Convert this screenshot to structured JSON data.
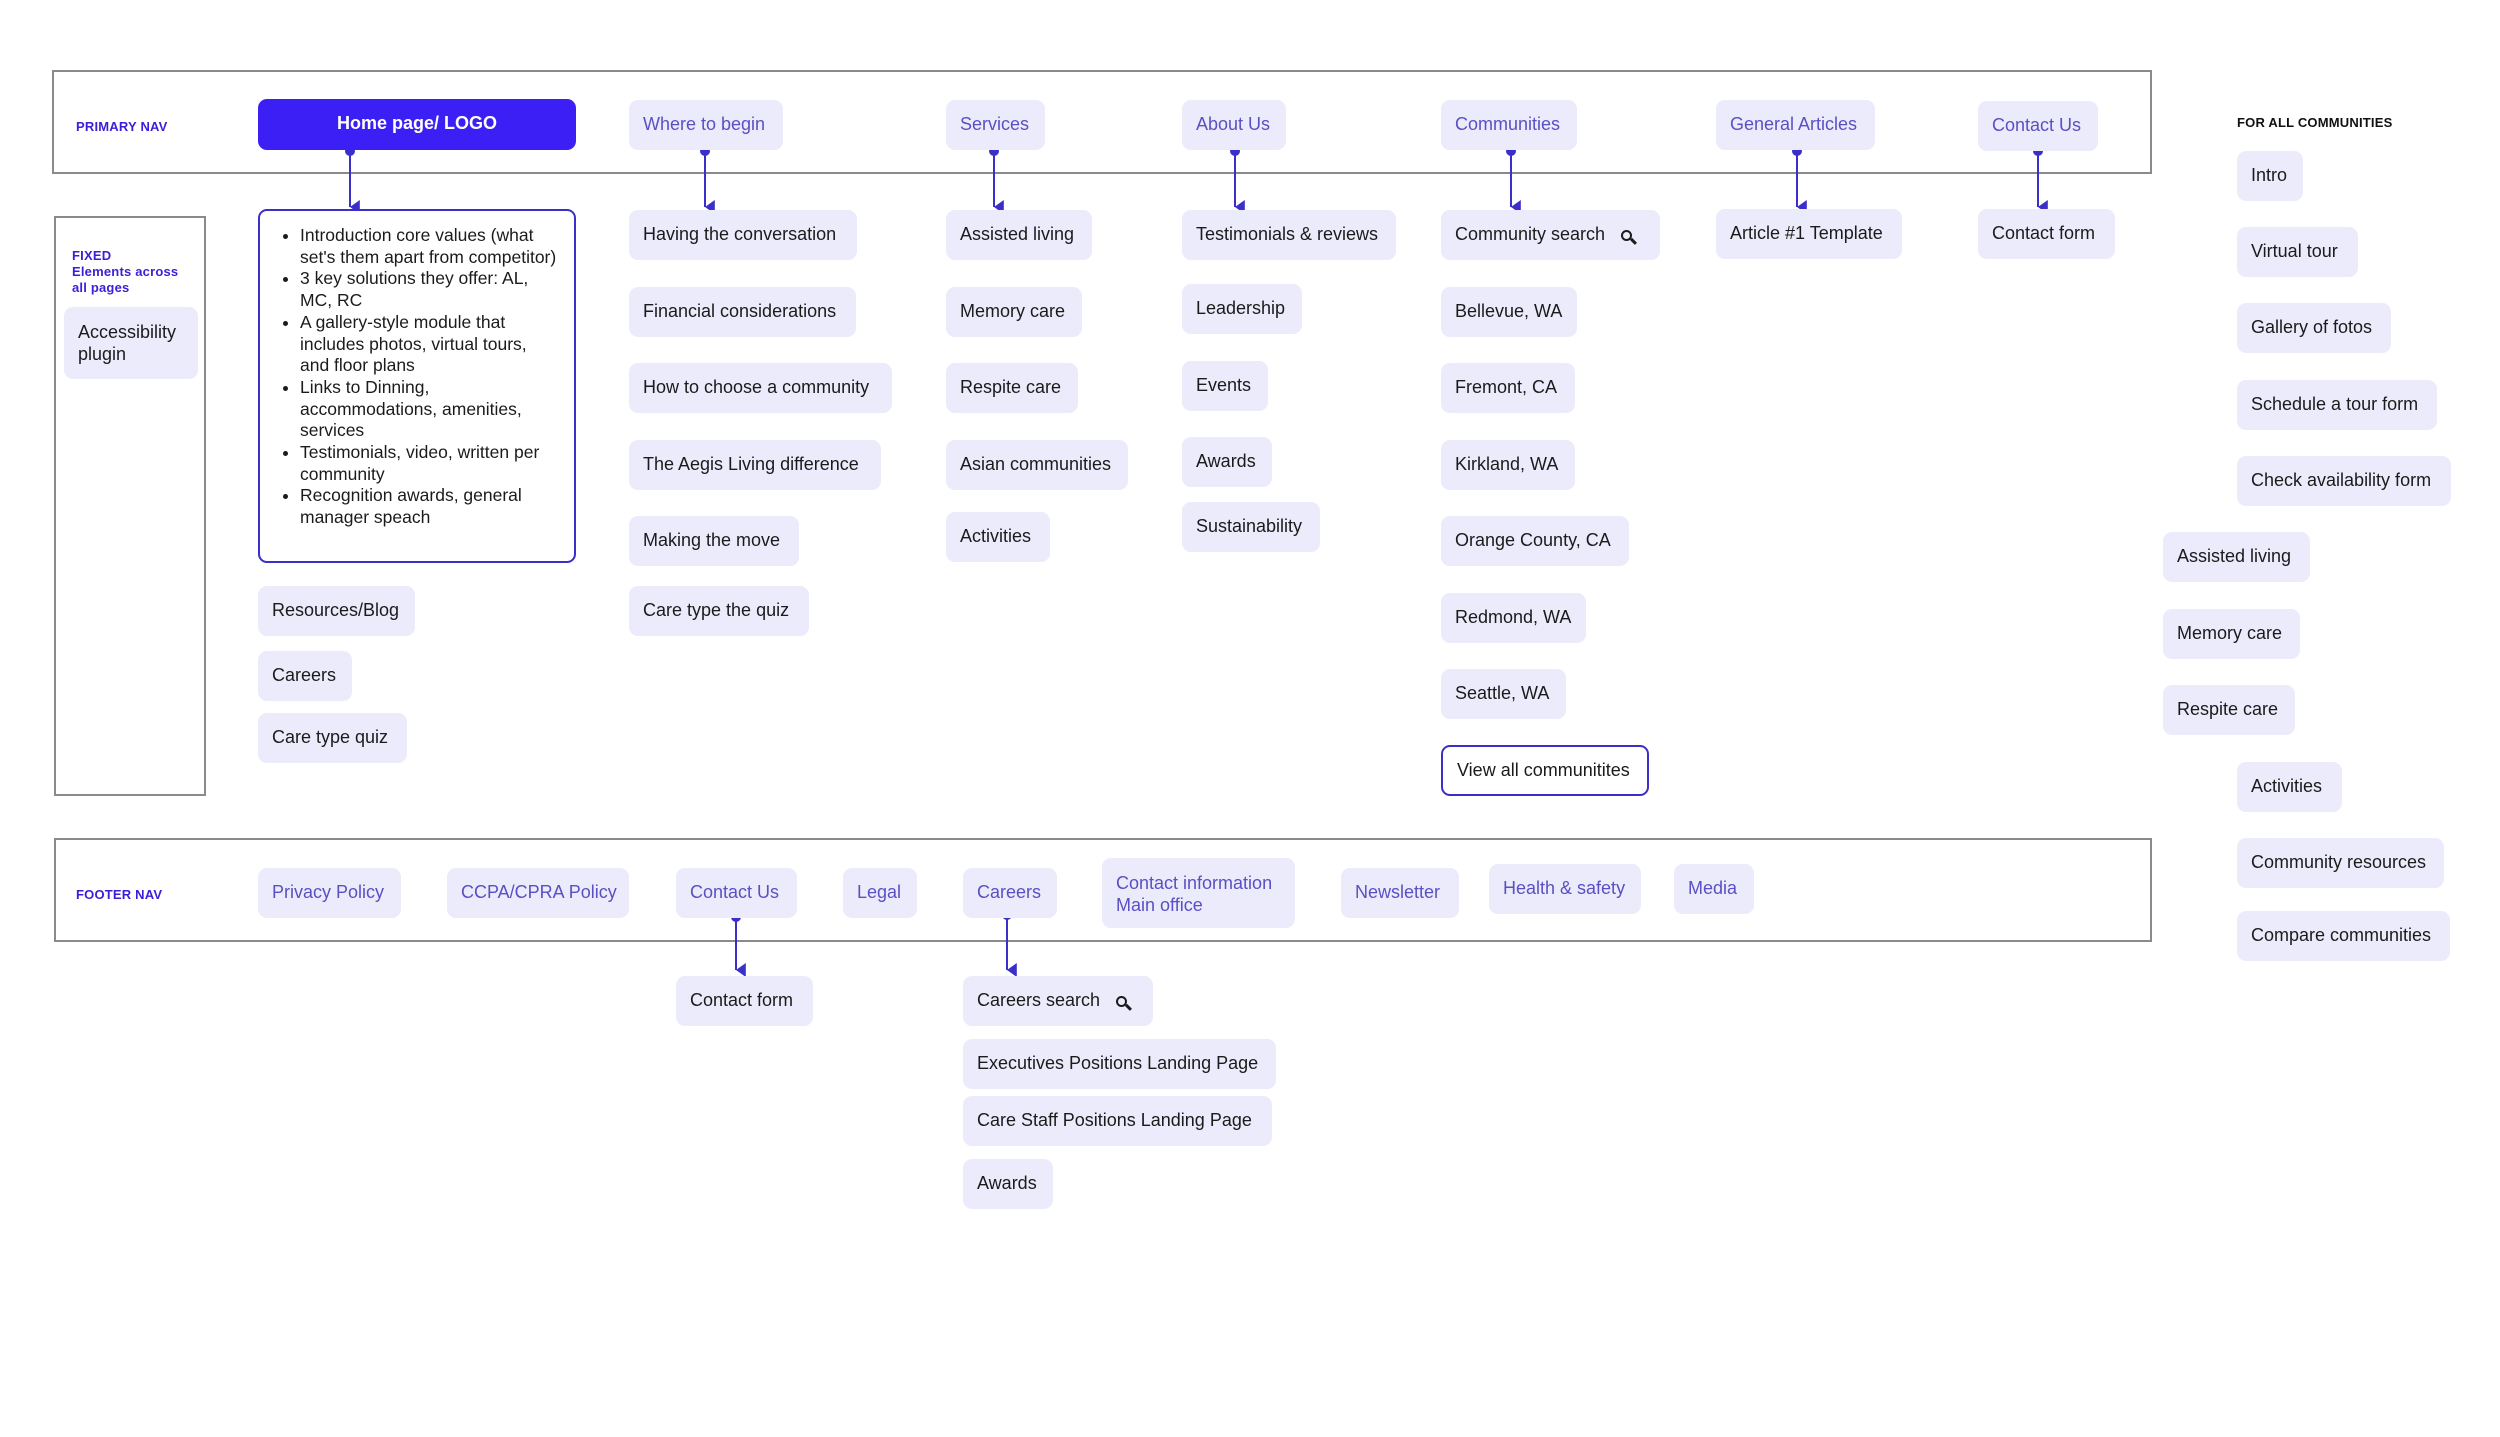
{
  "primary_nav": {
    "label": "PRIMARY NAV",
    "home": "Home page/ LOGO",
    "items": [
      "Where to begin",
      "Services",
      "About Us",
      "Communities",
      "General Articles",
      "Contact Us"
    ]
  },
  "fixed": {
    "label_line1": "FIXED",
    "label_line2": "Elements across",
    "label_line3": "all pages",
    "accessibility": "Accessibility plugin"
  },
  "home": {
    "bullets": [
      "Introduction core values (what set's them apart from competitor)",
      "3 key solutions they offer: AL, MC, RC",
      "A gallery-style module that includes photos, virtual tours, and floor plans",
      "Links to Dinning, accommodations, amenities, services",
      "Testimonials, video, written per community",
      "Recognition awards, general manager speach"
    ],
    "extra": [
      "Resources/Blog",
      "Careers",
      "Care type quiz"
    ]
  },
  "where_to_begin": [
    "Having the conversation",
    "Financial considerations",
    "How to choose a community",
    "The Aegis Living difference",
    "Making the move",
    "Care type the quiz"
  ],
  "services": [
    "Assisted living",
    "Memory care",
    "Respite care",
    "Asian communities",
    "Activities"
  ],
  "about_us": [
    "Testimonials & reviews",
    "Leadership",
    "Events",
    "Awards",
    "Sustainability"
  ],
  "communities": {
    "search": "Community search",
    "cities": [
      "Bellevue, WA",
      "Fremont, CA",
      "Kirkland, WA",
      "Orange County, CA",
      "Redmond, WA",
      "Seattle, WA"
    ],
    "view_all": "View all communitites"
  },
  "general_articles": [
    "Article #1 Template"
  ],
  "contact_us": [
    "Contact form"
  ],
  "for_all_communities": {
    "label": "FOR ALL COMMUNITIES",
    "items": [
      "Intro",
      "Virtual tour",
      "Gallery of fotos",
      "Schedule a tour form",
      "Check availability form",
      "Assisted living",
      "Memory care",
      "Respite care",
      "Activities",
      "Community resources",
      "Compare communities"
    ]
  },
  "footer_nav": {
    "label": "FOOTER NAV",
    "items": [
      "Privacy Policy",
      "CCPA/CPRA Policy",
      "Contact Us",
      "Legal",
      "Careers",
      "Newsletter",
      "Health & safety",
      "Media"
    ],
    "contact_info_line1": "Contact information",
    "contact_info_line2": "Main office",
    "contact_children": [
      "Contact form"
    ],
    "careers_search": "Careers search",
    "careers_children": [
      "Executives Positions Landing Page",
      "Care Staff Positions Landing Page",
      "Awards"
    ]
  },
  "colors": {
    "accent": "#3b1ff5",
    "node_fill": "#ecebfb",
    "nav_text": "#5a4fc4",
    "connector": "#3a2fc9",
    "frame": "#8a8a8a"
  }
}
